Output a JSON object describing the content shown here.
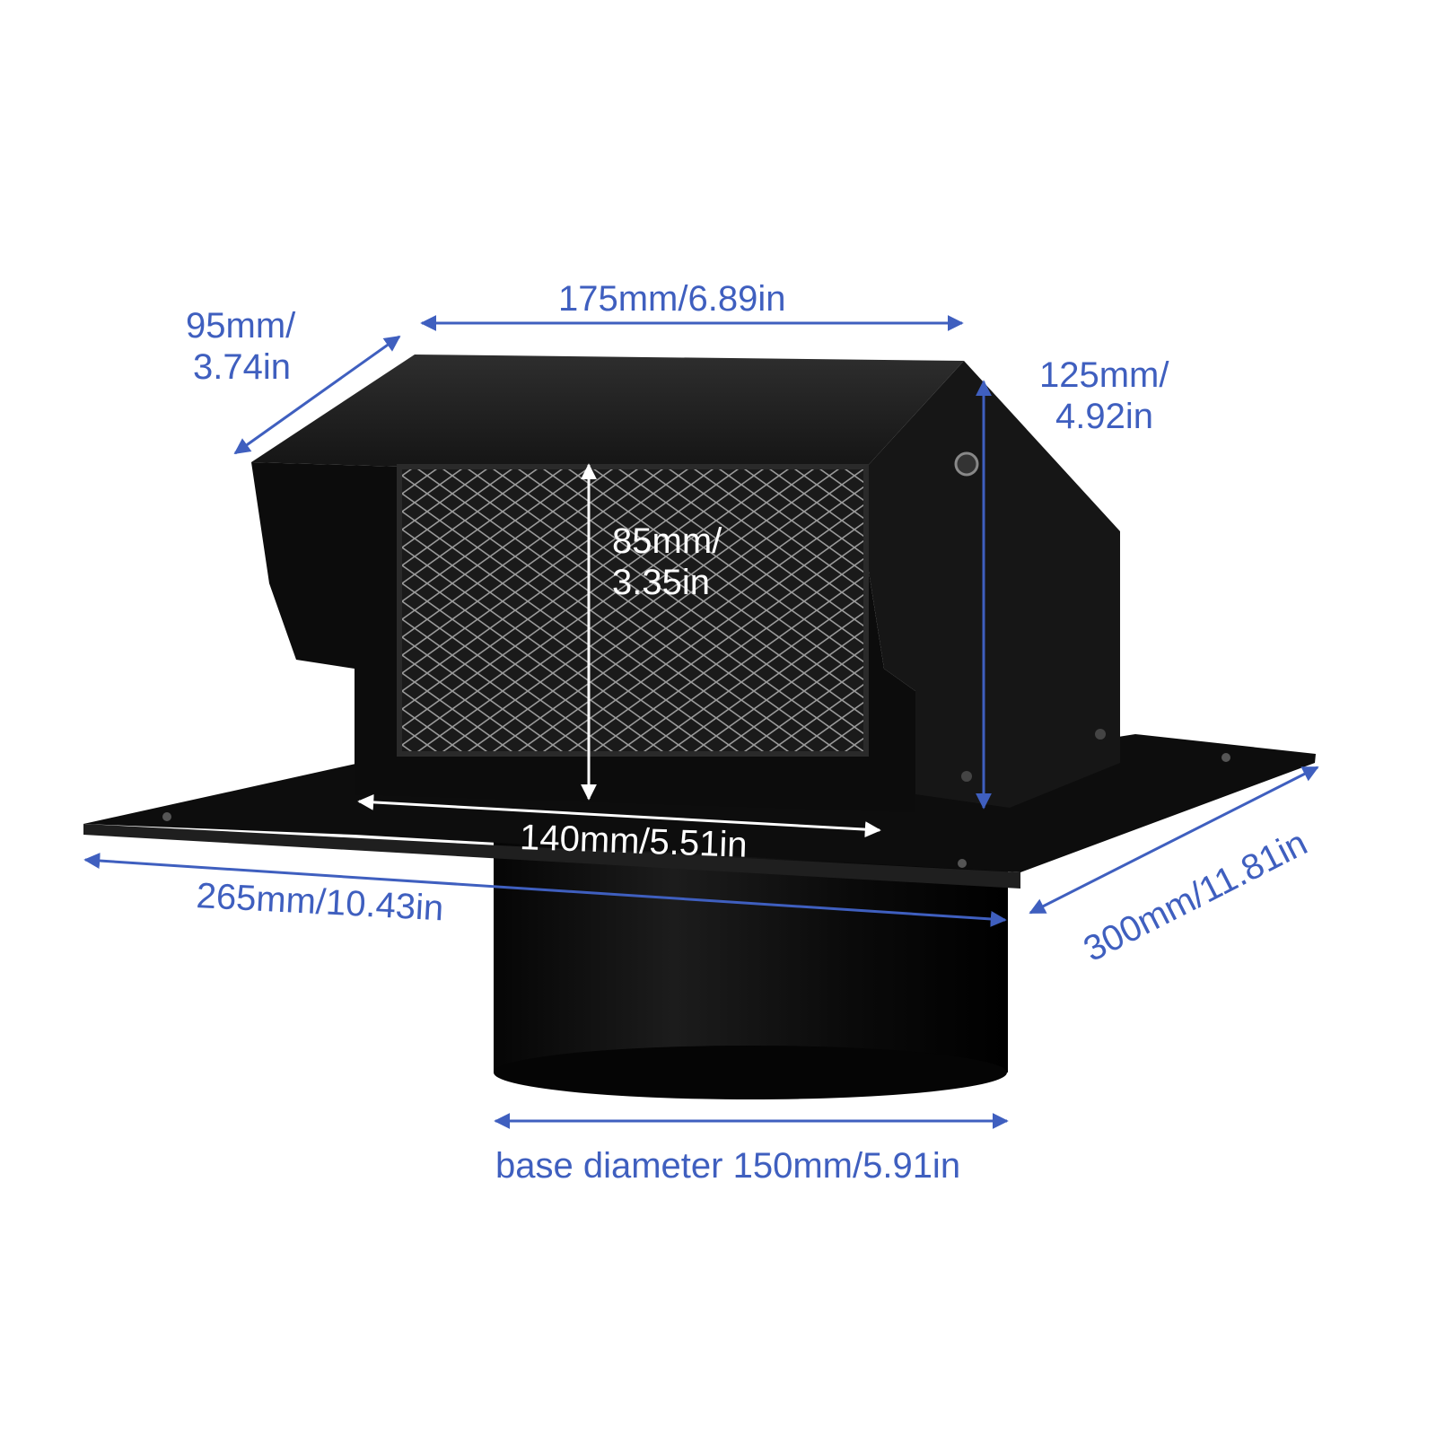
{
  "colors": {
    "accent": "#3f5fbf",
    "product": "#0d0d0d",
    "background": "#ffffff",
    "inner_label": "#ffffff"
  },
  "dimensions": {
    "depth": {
      "line1": "95mm/",
      "line2": "3.74in"
    },
    "top_width": "175mm/6.89in",
    "height": {
      "line1": "125mm/",
      "line2": "4.92in"
    },
    "opening_height": {
      "line1": "85mm/",
      "line2": "3.35in"
    },
    "opening_width": "140mm/5.51in",
    "flange_width": "265mm/10.43in",
    "flange_length": "300mm/11.81in",
    "base": "base diameter 150mm/5.91in"
  },
  "icons": [
    "arrow-icon",
    "mesh-screen-icon",
    "screw-icon"
  ]
}
